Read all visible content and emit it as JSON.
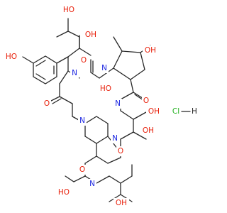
{
  "colors": {
    "bond": "#262626",
    "oxygen": "#e8200b",
    "nitrogen": "#1a24e0",
    "chlorine": "#20b01c",
    "background": "#ffffff"
  },
  "labels": {
    "hydroxyl": "HO",
    "hydroxyl_r": "OH",
    "oxygen": "O",
    "nitrogen": "N",
    "amine_h": "N",
    "hcl": "Cl",
    "hcl_h": "H",
    "hcl_dash": "—"
  }
}
